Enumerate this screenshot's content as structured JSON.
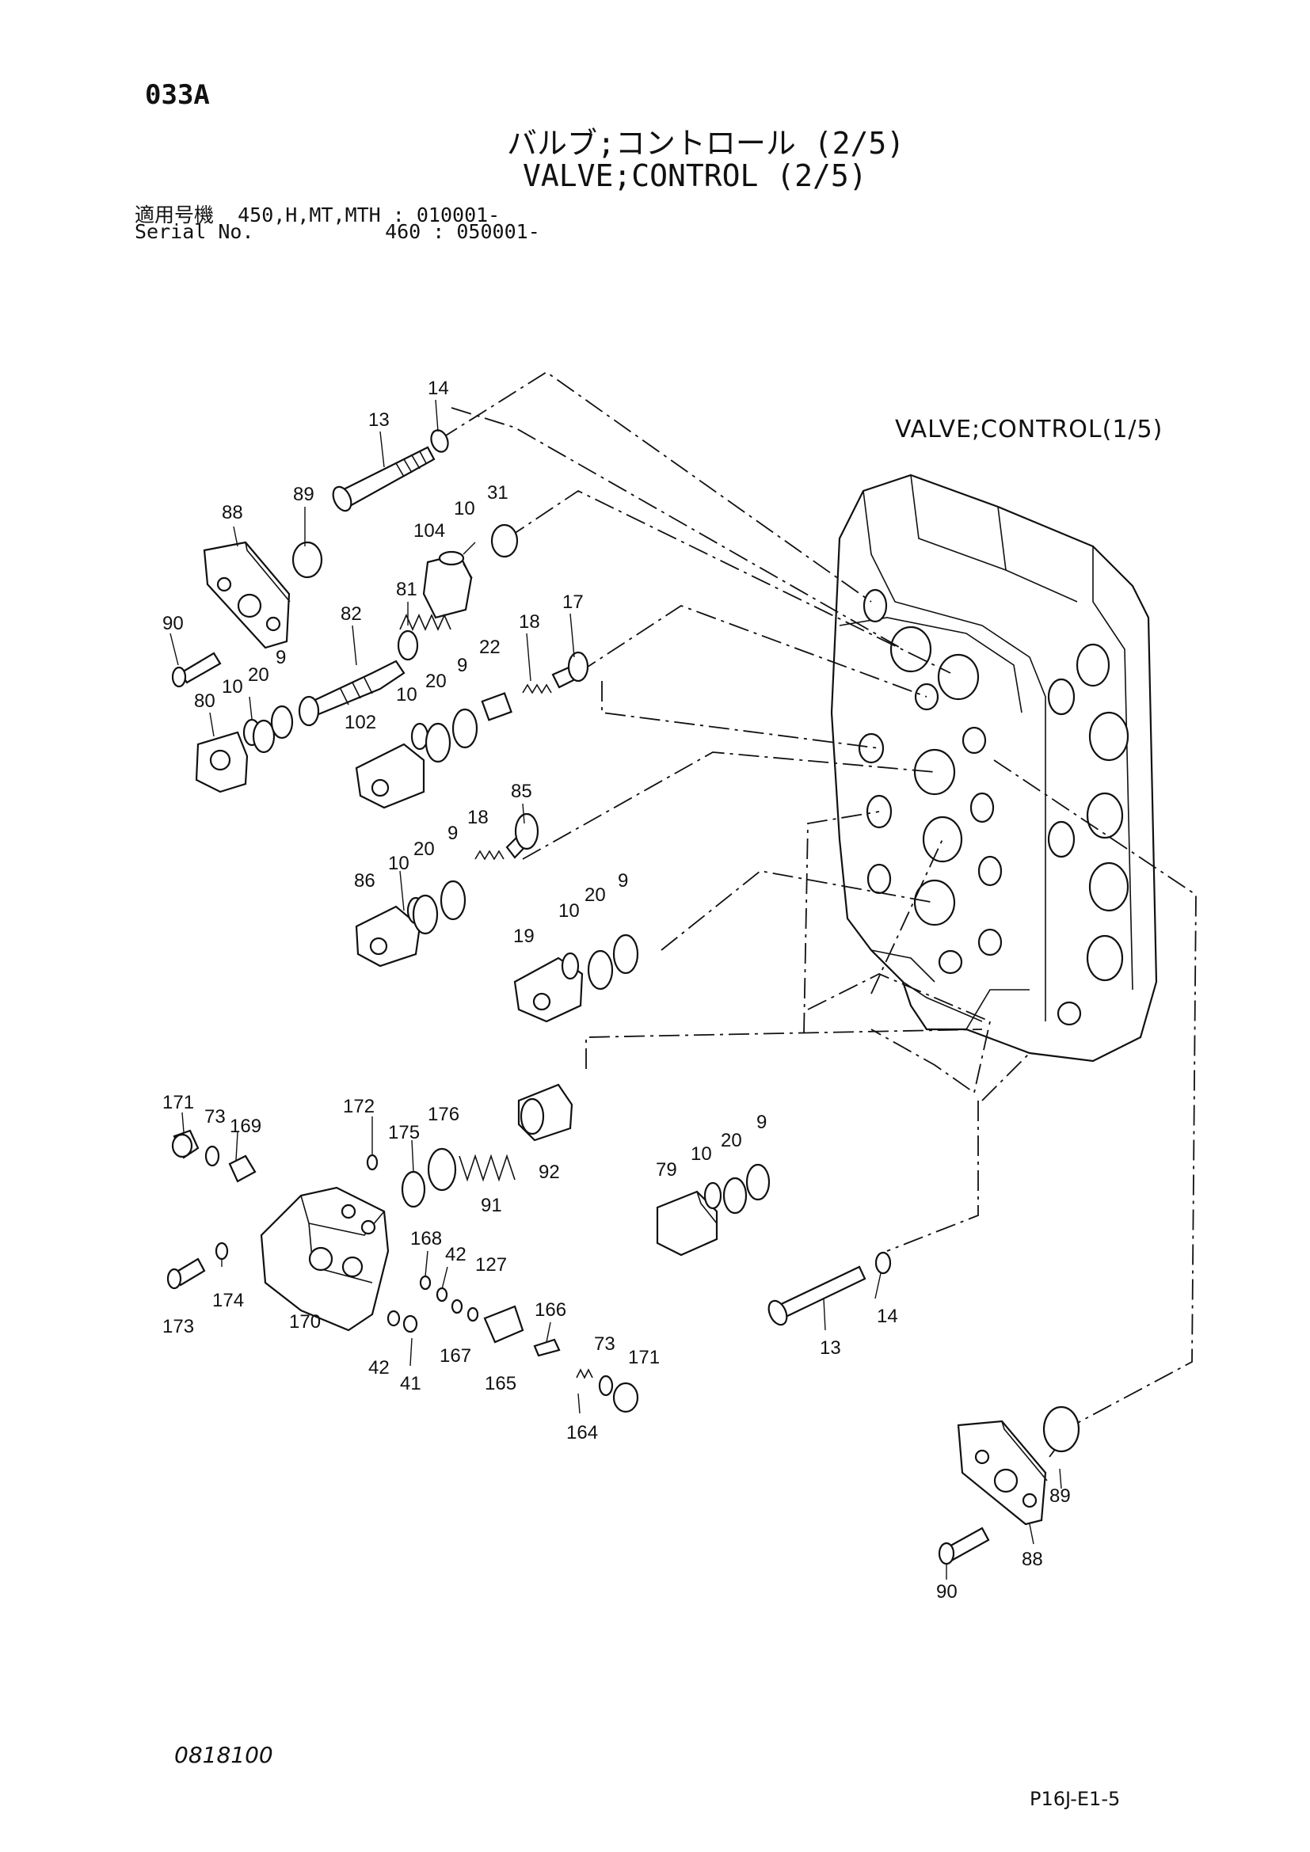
{
  "header": {
    "page_code": "033A",
    "title_jp": "バルブ;コントロール (2/5)",
    "title_en": "VALVE;CONTROL (2/5)",
    "serial_lines": [
      "適用号機  450,H,MT,MTH : 010001-",
      "Serial No.           460 : 050001-"
    ]
  },
  "diagram": {
    "reference_label": "VALVE;CONTROL(1/5)",
    "callouts": [
      "14",
      "13",
      "89",
      "88",
      "90",
      "104",
      "10",
      "31",
      "81",
      "82",
      "17",
      "18",
      "22",
      "9",
      "20",
      "10",
      "80",
      "102",
      "85",
      "86",
      "19",
      "171",
      "73",
      "169",
      "172",
      "175",
      "176",
      "91",
      "92",
      "79",
      "174",
      "173",
      "170",
      "168",
      "42",
      "127",
      "167",
      "41",
      "42",
      "166",
      "165",
      "164",
      "73",
      "171",
      "14",
      "13",
      "89",
      "88",
      "90"
    ]
  },
  "footer": {
    "left_code": "0818100",
    "right_code": "P16J-E1-5"
  }
}
